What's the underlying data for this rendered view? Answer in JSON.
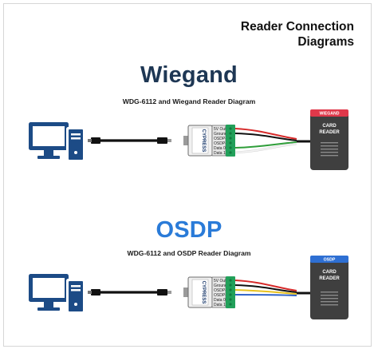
{
  "page_title": {
    "line1": "Reader Connection",
    "line2": "Diagrams"
  },
  "sections": [
    {
      "heading": "Wiegand",
      "subtitle": "WDG-6112 and Wiegand Reader Diagram",
      "reader_badge": "WIEGAND",
      "reader_label_line1": "CARD",
      "reader_label_line2": "READER",
      "brand": "CYPRESS",
      "pins": [
        "5V Out",
        "Ground",
        "OSDP+",
        "OSDP-",
        "Data 0",
        "Data 1"
      ],
      "wire_colors": [
        "#d62a2a",
        "#111111",
        "#2f9e3a",
        "#f2f2f2"
      ]
    },
    {
      "heading": "OSDP",
      "subtitle": "WDG-6112 and OSDP Reader Diagram",
      "reader_badge": "OSDP",
      "reader_label_line1": "CARD",
      "reader_label_line2": "READER",
      "brand": "CYPRESS",
      "pins": [
        "5V Out",
        "Ground",
        "OSDP+",
        "OSDP-",
        "Data 0",
        "Data 1"
      ],
      "wire_colors": [
        "#d62a2a",
        "#111111",
        "#e8c21f",
        "#2e62c9"
      ]
    }
  ],
  "colors": {
    "computer": "#1c4b86",
    "cable": "#111111",
    "terminal_block": "#22a05a",
    "reader_body": "#3f3f3f",
    "wiegand_badge": "#e0384a",
    "osdp_badge": "#2e6fd3"
  }
}
